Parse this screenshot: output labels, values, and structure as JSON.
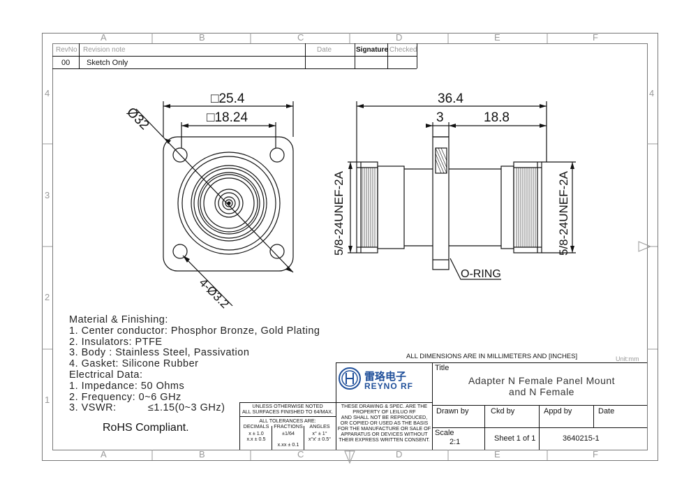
{
  "zones": {
    "columns": [
      "A",
      "B",
      "C",
      "D",
      "E",
      "F"
    ],
    "rows": [
      "4",
      "3",
      "2",
      "1"
    ]
  },
  "revision_table": {
    "headers": {
      "rev_no": "RevNo",
      "note": "Revision note",
      "date": "Date",
      "signature": "Signature",
      "checked": "Checked"
    },
    "row": {
      "rev_no": "00",
      "note": "Sketch Only",
      "date": "",
      "signature": "",
      "checked": ""
    }
  },
  "front_view": {
    "dim_outer": "□25.4",
    "dim_inner": "□18.24",
    "dim_diameter": "Ø32",
    "dim_holes": "4-Ø3.2"
  },
  "side_view": {
    "dim_total": "36.4",
    "dim_flange": "3",
    "dim_body": "18.8",
    "thread_left": "5/8-24UNEF-2A",
    "thread_right": "5/8-24UNEF-2A",
    "oring_label": "O-RING"
  },
  "notes": {
    "lines": [
      "Material & Finishing:",
      "1. Center conductor: Phosphor Bronze, Gold Plating",
      "2. Insulators: PTFE",
      "3. Body : Stainless Steel, Passivation",
      "4. Gasket: Silicone Rubber",
      "Electrical Data:",
      "1. Impedance: 50 Ohms",
      "2. Frequency: 0~6 GHz",
      "3. VSWR:          ≤1.15(0~3 GHz)"
    ],
    "rohs": "RoHS Compliant."
  },
  "title_block": {
    "dimensions_note": "ALL DIMENSIONS ARE IN MILLIMETERS AND [INCHES]",
    "unit": "Unit:mm",
    "tolerance_header_1": "UNLESS OTHERWISE NOTED",
    "tolerance_header_2": "ALL SURFACES FINISHED TO 64/MAX.",
    "tolerance_title": "ALL TOLERANCES ARE:",
    "tol_col_decimals": "DECIMALS",
    "tol_col_fractions": "FRACTIONS",
    "tol_col_angles": "ANGLES",
    "tol_dec_1": "x ± 1.0",
    "tol_dec_2": "x.x ± 0.5",
    "tol_dec_3": "x.xx ± 0.1",
    "tol_frac": "±1/64",
    "tol_ang_1": "x° ± 1°",
    "tol_ang_2": "x°x' ± 0.5°",
    "property_lines": [
      "THESE DRAWING & SPEC. ARE THE",
      "PROPERTY OF LEILUO RF",
      "AND SHALL NOT BE REPRODUCED,",
      "OR COPIED OR USED AS THE BASIS",
      "FOR THE MANUFACTURE OR SALE OF",
      "APPARATUS OR DEVICES WITHOUT",
      "THEIR EXPRESS WRITTEN CONSENT."
    ],
    "logo_cn": "雷珞电子",
    "logo_en": "REYNO RF",
    "title_label": "Title",
    "title_line_1": "Adapter N Female Panel Mount",
    "title_line_2": "and N Female",
    "drawn_by": "Drawn by",
    "ckd_by": "Ckd by",
    "appd_by": "Appd by",
    "date": "Date",
    "scale_label": "Scale",
    "scale_value": "2:1",
    "sheet": "Sheet 1 of 1",
    "part_no": "3640215-1"
  },
  "colors": {
    "line": "#1a1a1a",
    "frame": "#777777",
    "logo_blue": "#1f4f9a"
  }
}
